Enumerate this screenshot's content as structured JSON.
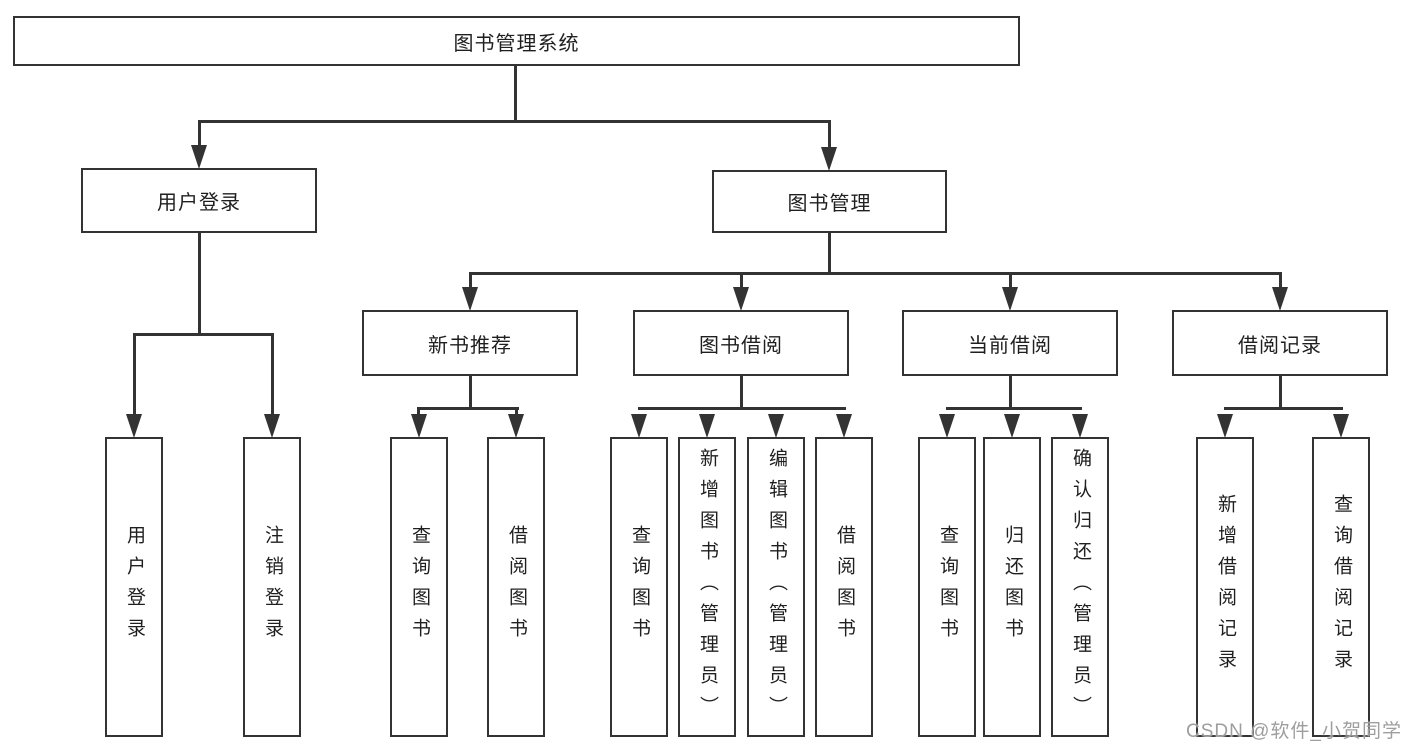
{
  "diagram": {
    "root": {
      "label": "图书管理系统"
    },
    "branches": [
      {
        "label": "用户登录",
        "leaves": [
          "用户登录",
          "注销登录"
        ]
      },
      {
        "label": "图书管理",
        "groups": [
          {
            "label": "新书推荐",
            "leaves": [
              "查询图书",
              "借阅图书"
            ]
          },
          {
            "label": "图书借阅",
            "leaves": [
              "查询图书",
              "新增图书（管理员）",
              "编辑图书（管理员）",
              "借阅图书"
            ]
          },
          {
            "label": "当前借阅",
            "leaves": [
              "查询图书",
              "归还图书",
              "确认归还（管理员）"
            ]
          },
          {
            "label": "借阅记录",
            "leaves": [
              "新增借阅记录",
              "查询借阅记录"
            ]
          }
        ]
      }
    ]
  },
  "watermark": {
    "text": "CSDN @软件_小贺同学"
  },
  "colors": {
    "line": "#333333",
    "text": "#1f1f1f",
    "background": "#ffffff",
    "watermark": "#9e9e9e"
  }
}
